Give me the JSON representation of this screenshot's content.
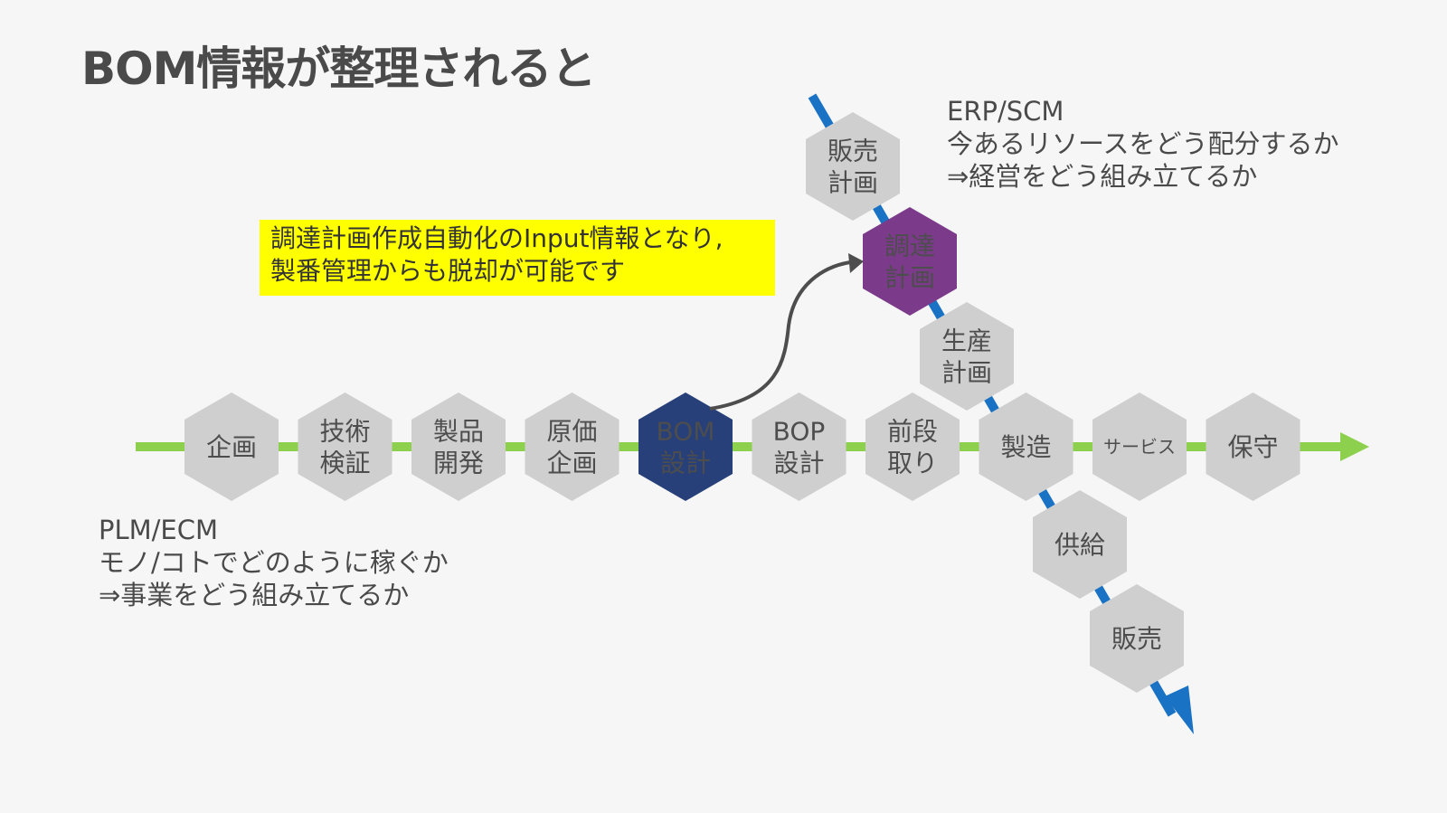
{
  "title": "BOM情報が整理されると",
  "colors": {
    "hex_default": "#cfcfcf",
    "hex_bom": "#27407a",
    "hex_procurement": "#7b3a8a",
    "line_green": "#8cd04e",
    "line_blue": "#1a72c4",
    "callout_bg": "#ffff00",
    "arrow_dark": "#4d4d4d"
  },
  "main_flow": [
    {
      "id": "kikaku",
      "lines": [
        "企画"
      ]
    },
    {
      "id": "gijutsu-kensho",
      "lines": [
        "技術",
        "検証"
      ]
    },
    {
      "id": "seihin-kaihatsu",
      "lines": [
        "製品",
        "開発"
      ]
    },
    {
      "id": "genka-kikaku",
      "lines": [
        "原価",
        "企画"
      ]
    },
    {
      "id": "bom-sekkei",
      "lines": [
        "BOM",
        "設計"
      ],
      "highlight": "bom"
    },
    {
      "id": "bop-sekkei",
      "lines": [
        "BOP",
        "設計"
      ]
    },
    {
      "id": "maedandori",
      "lines": [
        "前段",
        "取り"
      ]
    },
    {
      "id": "seizo",
      "lines": [
        "製造"
      ]
    },
    {
      "id": "service",
      "lines": [
        "サービス"
      ],
      "small": true
    },
    {
      "id": "hoshu",
      "lines": [
        "保守"
      ]
    }
  ],
  "supply_flow": [
    {
      "id": "hanbai-keikaku",
      "lines": [
        "販売",
        "計画"
      ]
    },
    {
      "id": "chotatsu-keikaku",
      "lines": [
        "調達",
        "計画"
      ],
      "highlight": "procurement"
    },
    {
      "id": "seisan-keikaku",
      "lines": [
        "生産",
        "計画"
      ]
    },
    {
      "id": "kyokyu",
      "lines": [
        "供給"
      ]
    },
    {
      "id": "hanbai",
      "lines": [
        "販売"
      ]
    }
  ],
  "callout": {
    "line1": "調達計画作成自動化のInput情報となり,",
    "line2": "製番管理からも脱却が可能です"
  },
  "plm_note": {
    "line1": "PLM/ECM",
    "line2": "モノ/コトでどのように稼ぐか",
    "line3": "⇒事業をどう組み立てるか"
  },
  "erp_note": {
    "line1": "ERP/SCM",
    "line2": "今あるリソースをどう配分するか",
    "line3": "⇒経営をどう組み立てるか"
  }
}
